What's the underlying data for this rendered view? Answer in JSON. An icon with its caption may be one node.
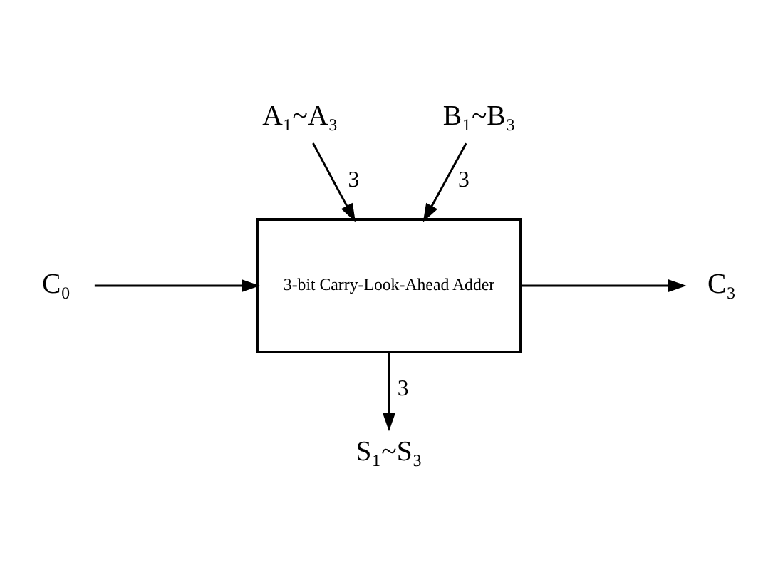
{
  "diagram": {
    "nodes": [
      {
        "text": [
          "3-bit Carry-Look-Ahead Adder"
        ]
      },
      {
        "text": [
          "A₁~A₃"
        ]
      },
      {
        "text": [
          "B₁~B₃"
        ]
      },
      {
        "text": [
          "C₀"
        ]
      },
      {
        "text": [
          "C₃"
        ]
      },
      {
        "text": [
          "S₁~S₃"
        ]
      }
    ],
    "edges": [
      {
        "from": 1,
        "to": 0,
        "arrow": "to",
        "label": "3"
      },
      {
        "from": 2,
        "to": 0,
        "arrow": "to",
        "label": "3"
      },
      {
        "from": 3,
        "to": 0,
        "arrow": "to"
      },
      {
        "from": 0,
        "to": 4,
        "arrow": "to"
      },
      {
        "from": 0,
        "to": 5,
        "arrow": "to",
        "label": "3"
      }
    ]
  }
}
